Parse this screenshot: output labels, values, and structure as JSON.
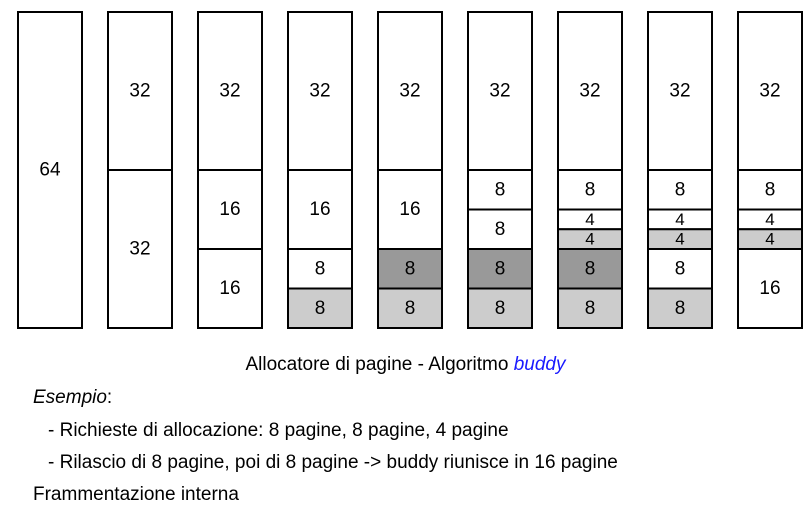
{
  "diagram": {
    "columns": [
      {
        "blocks": [
          {
            "size": 64,
            "label": "64",
            "state": "free"
          }
        ]
      },
      {
        "blocks": [
          {
            "size": 32,
            "label": "32",
            "state": "free"
          },
          {
            "size": 32,
            "label": "32",
            "state": "free"
          }
        ]
      },
      {
        "blocks": [
          {
            "size": 32,
            "label": "32",
            "state": "free"
          },
          {
            "size": 16,
            "label": "16",
            "state": "free"
          },
          {
            "size": 16,
            "label": "16",
            "state": "free"
          }
        ]
      },
      {
        "blocks": [
          {
            "size": 32,
            "label": "32",
            "state": "free"
          },
          {
            "size": 16,
            "label": "16",
            "state": "free"
          },
          {
            "size": 8,
            "label": "8",
            "state": "free"
          },
          {
            "size": 8,
            "label": "8",
            "state": "allocated"
          }
        ]
      },
      {
        "blocks": [
          {
            "size": 32,
            "label": "32",
            "state": "free"
          },
          {
            "size": 16,
            "label": "16",
            "state": "free"
          },
          {
            "size": 8,
            "label": "8",
            "state": "allocated-dark"
          },
          {
            "size": 8,
            "label": "8",
            "state": "allocated"
          }
        ]
      },
      {
        "blocks": [
          {
            "size": 32,
            "label": "32",
            "state": "free"
          },
          {
            "size": 8,
            "label": "8",
            "state": "free"
          },
          {
            "size": 8,
            "label": "8",
            "state": "free"
          },
          {
            "size": 8,
            "label": "8",
            "state": "allocated-dark"
          },
          {
            "size": 8,
            "label": "8",
            "state": "allocated"
          }
        ]
      },
      {
        "blocks": [
          {
            "size": 32,
            "label": "32",
            "state": "free"
          },
          {
            "size": 8,
            "label": "8",
            "state": "free"
          },
          {
            "size": 4,
            "label": "4",
            "state": "free"
          },
          {
            "size": 4,
            "label": "4",
            "state": "allocated"
          },
          {
            "size": 8,
            "label": "8",
            "state": "allocated-dark"
          },
          {
            "size": 8,
            "label": "8",
            "state": "allocated"
          }
        ]
      },
      {
        "blocks": [
          {
            "size": 32,
            "label": "32",
            "state": "free"
          },
          {
            "size": 8,
            "label": "8",
            "state": "free"
          },
          {
            "size": 4,
            "label": "4",
            "state": "free"
          },
          {
            "size": 4,
            "label": "4",
            "state": "allocated"
          },
          {
            "size": 8,
            "label": "8",
            "state": "free"
          },
          {
            "size": 8,
            "label": "8",
            "state": "allocated"
          }
        ]
      },
      {
        "blocks": [
          {
            "size": 32,
            "label": "32",
            "state": "free"
          },
          {
            "size": 8,
            "label": "8",
            "state": "free"
          },
          {
            "size": 4,
            "label": "4",
            "state": "free"
          },
          {
            "size": 4,
            "label": "4",
            "state": "allocated"
          },
          {
            "size": 16,
            "label": "16",
            "state": "free"
          }
        ]
      }
    ],
    "colors": {
      "free": "#ffffff",
      "allocated": "#cccccc",
      "allocated-dark": "#999999",
      "border": "#000000"
    }
  },
  "caption": {
    "prefix": "Allocatore di pagine - Algoritmo ",
    "emphasis": "buddy"
  },
  "example": {
    "label": "Esempio",
    "suffix": ":"
  },
  "requests": "-  Richieste di allocazione:  8 pagine, 8 pagine, 4 pagine",
  "release": "-  Rilascio di 8 pagine, poi di 8 pagine -> buddy riunisce in 16 pagine",
  "fragmentation": "Frammentazione interna"
}
